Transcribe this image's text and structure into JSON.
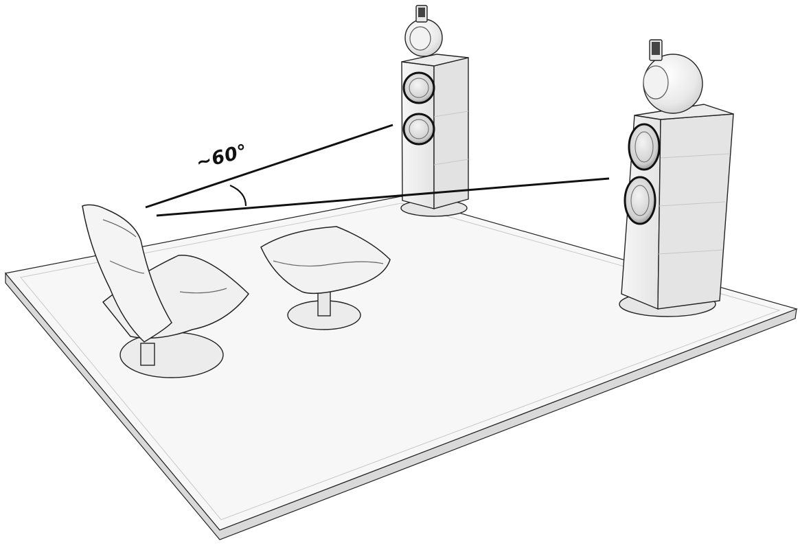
{
  "diagram": {
    "angle_label": "~60°",
    "colors": {
      "floor_top": "#f7f7f7",
      "floor_edge": "#dcdcdc",
      "outline": "#1a1a1a",
      "cabinet": "#f2f2f2",
      "line": "#111111"
    },
    "objects": [
      "floor",
      "left-speaker",
      "right-speaker",
      "lounge-chair",
      "ottoman",
      "sight-lines",
      "angle-arc"
    ]
  }
}
